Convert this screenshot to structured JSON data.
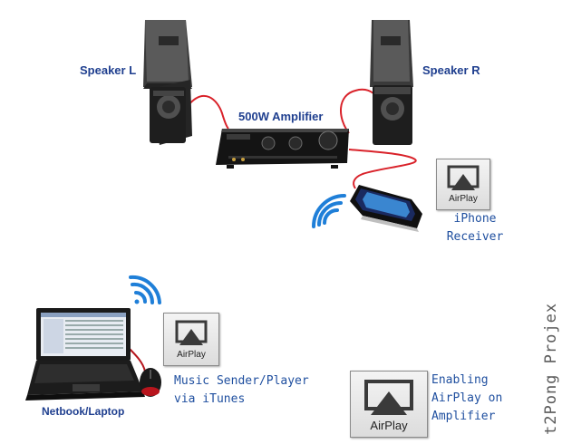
{
  "labels": {
    "speaker_l": "Speaker L",
    "speaker_r": "Speaker R",
    "amplifier": "500W Amplifier",
    "iphone_line1": "iPhone",
    "iphone_line2": "Receiver",
    "sender_line1": "Music Sender/Player",
    "sender_line2": "via iTunes",
    "laptop": "Netbook/Laptop",
    "enabling_line1": "Enabling",
    "enabling_line2": "AirPlay on",
    "enabling_line3": "Amplifier"
  },
  "airplay_badges": {
    "small": "AirPlay",
    "middle": "AirPlay",
    "large": "AirPlay"
  },
  "watermark": "t2Pong Projex",
  "colors": {
    "label_blue": "#1f3f8f",
    "cable_red": "#d9222a",
    "wifi_blue": "#1f7fd8"
  },
  "icons": [
    "speaker-icon",
    "amplifier-icon",
    "iphone-icon",
    "laptop-icon",
    "mouse-icon",
    "wifi-icon",
    "airplay-icon"
  ]
}
